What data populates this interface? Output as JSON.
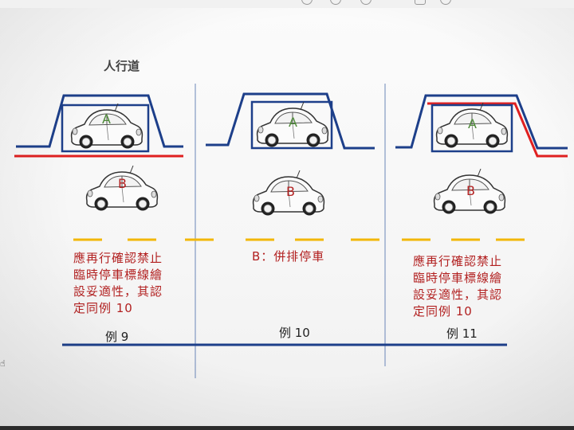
{
  "diagram": {
    "sidewalk_label": "人行道",
    "panels": [
      {
        "car_a_label": "A",
        "car_b_label": "B",
        "note_lines": [
          "應再行確認禁止",
          "臨時停車標線繪",
          "設妥適性，其認",
          "定同例 10"
        ],
        "example_label": "例 9"
      },
      {
        "car_a_label": "A",
        "car_b_label": "B",
        "note_lines": [
          "B：併排停車"
        ],
        "example_label": "例 10"
      },
      {
        "car_a_label": "A",
        "car_b_label": "B",
        "note_lines": [
          "應再行確認禁止",
          "臨時停車標線繪",
          "設妥適性，其認",
          "定同例 10"
        ],
        "example_label": "例 11"
      }
    ]
  },
  "cursor_icon": "hand-cursor-icon",
  "colors": {
    "curb_blue": "#1d3f8a",
    "red_line": "#e02020",
    "yellow_dash": "#f2b705",
    "label_green": "#4f8a3a",
    "label_red": "#b22020",
    "divider": "#5a7ab0"
  }
}
